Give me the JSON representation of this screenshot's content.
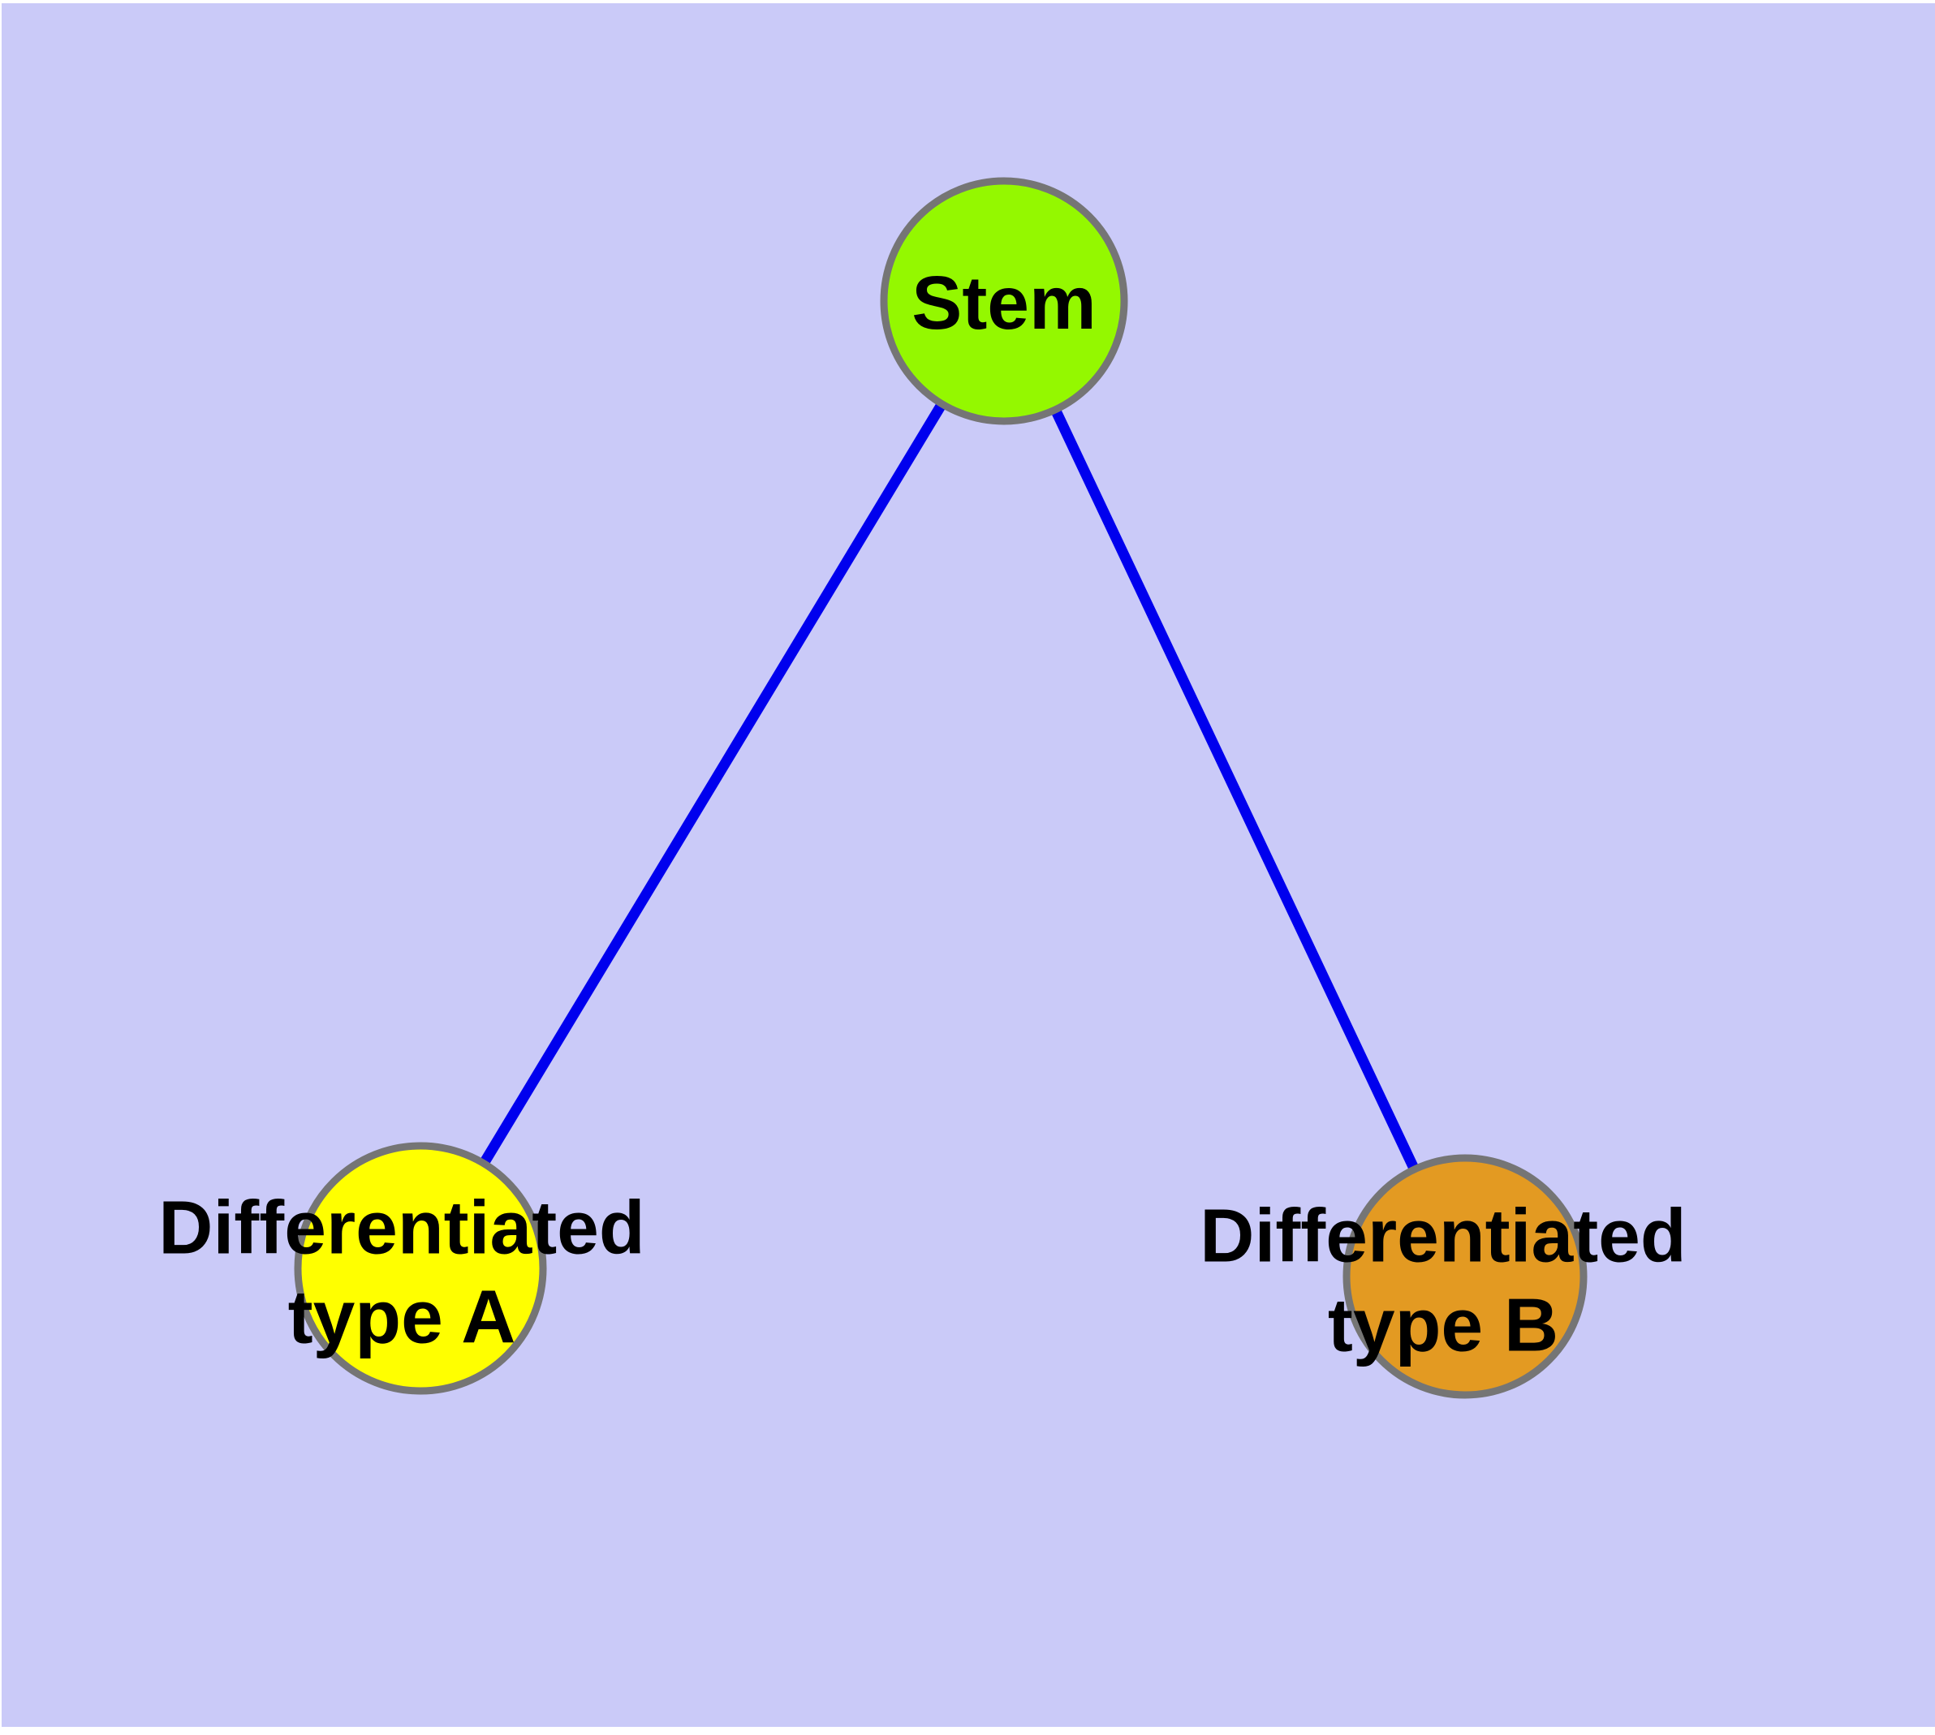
{
  "diagram": {
    "type": "node-link-graph",
    "colors": {
      "background": "#CACAF8",
      "edge": "#0000EE",
      "node_border": "#757575",
      "label_text": "#000000"
    },
    "nodes": [
      {
        "id": "stem",
        "label": "Stem",
        "label_lines": [
          "Stem"
        ],
        "color": "#94F800"
      },
      {
        "id": "differentiated-type-a",
        "label": "Differentiated type A",
        "label_lines": [
          "Differentiated",
          "type A"
        ],
        "color": "#FFFF00"
      },
      {
        "id": "differentiated-type-b",
        "label": "Differentiated type B",
        "label_lines": [
          "Differentiated",
          "type B"
        ],
        "color": "#E39A22"
      }
    ],
    "edges": [
      {
        "from": "stem",
        "to": "differentiated-type-a"
      },
      {
        "from": "stem",
        "to": "differentiated-type-b"
      }
    ]
  }
}
